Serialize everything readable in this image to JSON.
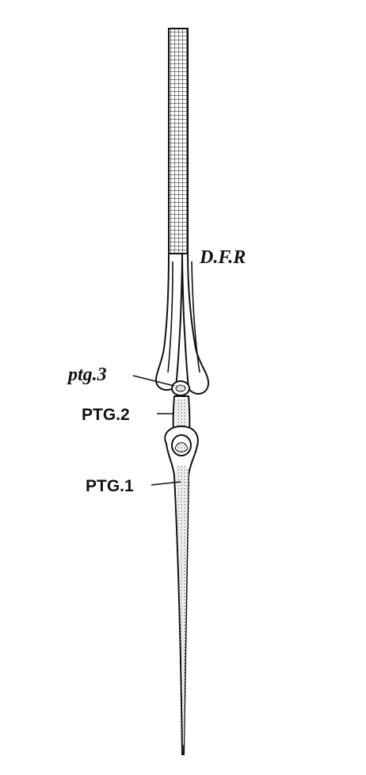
{
  "labels": {
    "dfr": "D.F.R",
    "ptg3": "ptg.3",
    "ptg2": "PTG.2",
    "ptg1": "PTG.1"
  },
  "colors": {
    "ink": "#111111",
    "paper": "#ffffff"
  }
}
